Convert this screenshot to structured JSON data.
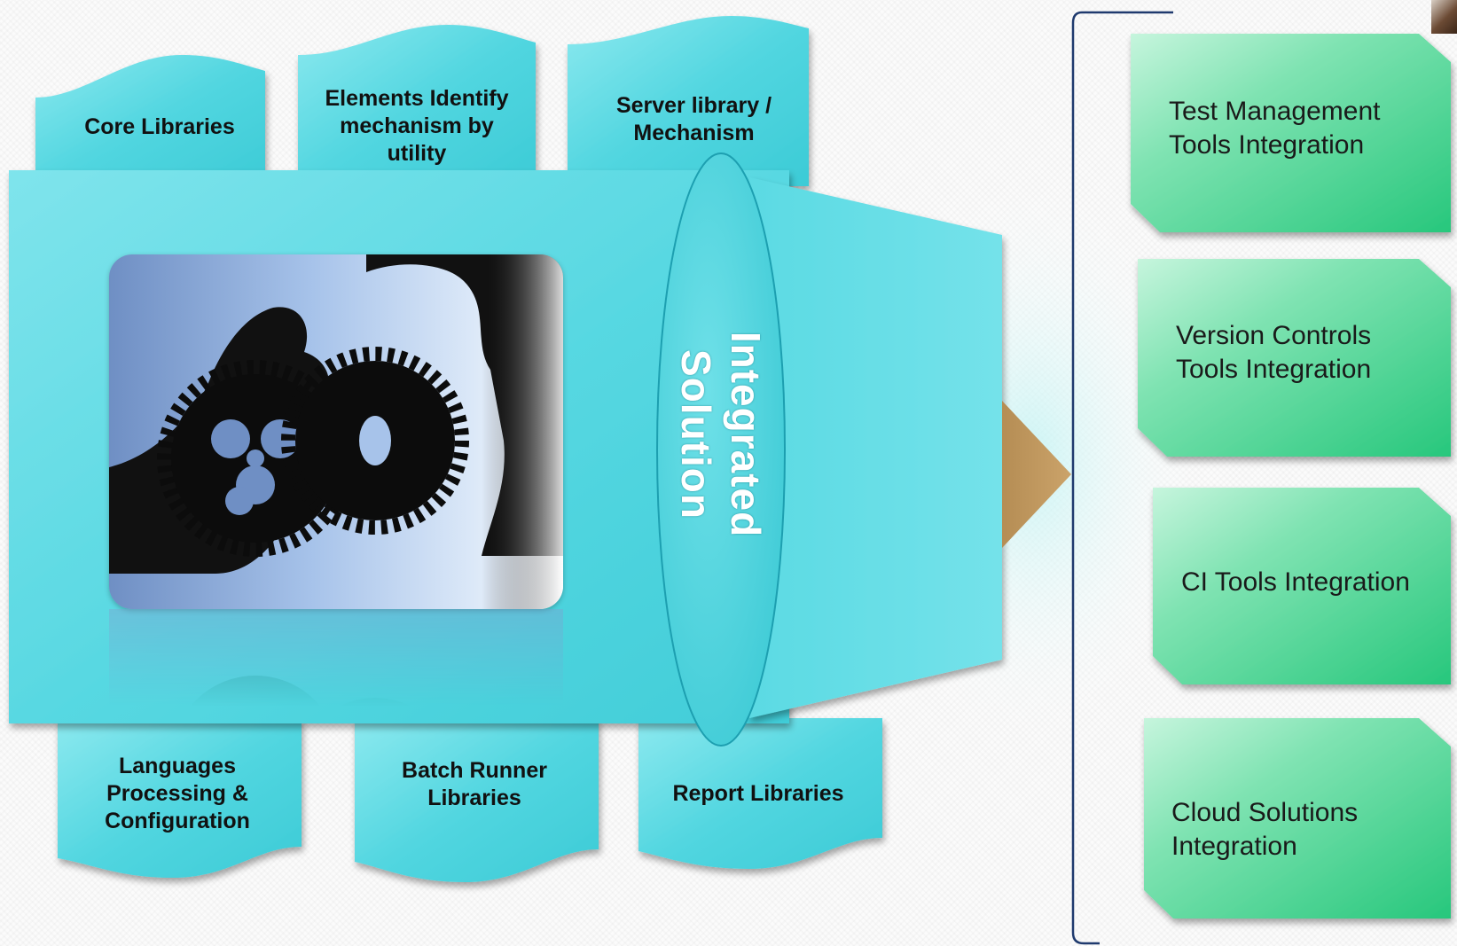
{
  "top_documents": [
    {
      "label": "Core Libraries"
    },
    {
      "label": "Elements Identify\nmechanism by\nutility"
    },
    {
      "label": "Server library /\nMechanism"
    }
  ],
  "bottom_documents": [
    {
      "label": "Languages\nProcessing &\nConfiguration"
    },
    {
      "label": "Batch Runner\nLibraries"
    },
    {
      "label": "Report Libraries"
    }
  ],
  "central": {
    "label": "Integrated\nSolution",
    "image_subject": "two hands holding interlocking gears"
  },
  "integrations": [
    {
      "label": "Test Management\nTools Integration"
    },
    {
      "label": "Version Controls\nTools Integration"
    },
    {
      "label": "CI Tools Integration"
    },
    {
      "label": "Cloud Solutions\nIntegration"
    }
  ],
  "colors": {
    "document_fill": "#4fd4de",
    "panel_fill": "#5bdbe4",
    "arrow_fill": "#c39a5e",
    "box_fill": "#3ccf88",
    "bracket": "#1f3a6e"
  }
}
